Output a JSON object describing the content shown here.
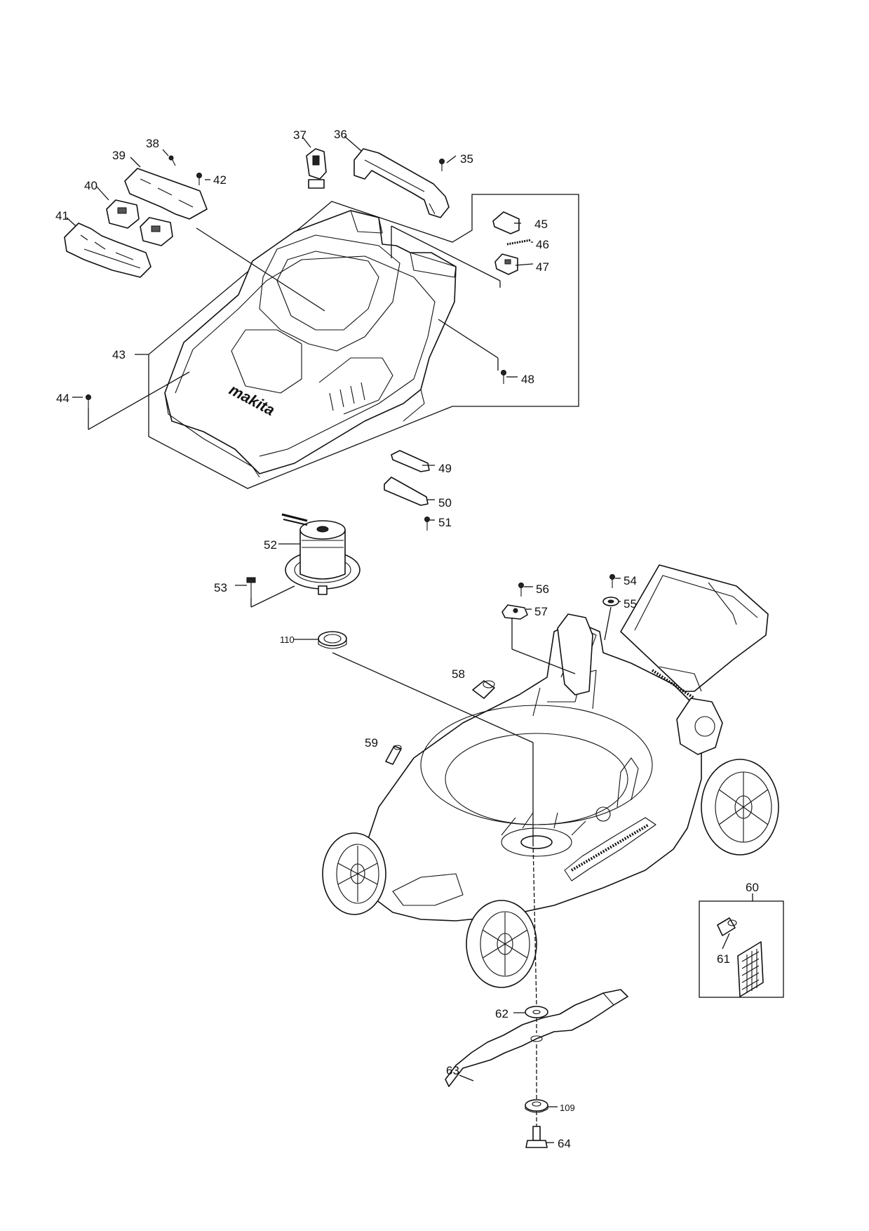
{
  "logo_text": "makita",
  "labels": {
    "p35": "35",
    "p36": "36",
    "p37": "37",
    "p38": "38",
    "p39": "39",
    "p40": "40",
    "p41": "41",
    "p42": "42",
    "p43": "43",
    "p44": "44",
    "p45": "45",
    "p46": "46",
    "p47": "47",
    "p48": "48",
    "p49": "49",
    "p50": "50",
    "p51": "51",
    "p52": "52",
    "p53": "53",
    "p54": "54",
    "p55": "55",
    "p56": "56",
    "p57": "57",
    "p58": "58",
    "p59": "59",
    "p60": "60",
    "p61": "61",
    "p62": "62",
    "p63": "63",
    "p64": "64",
    "p109": "109",
    "p110": "110"
  }
}
